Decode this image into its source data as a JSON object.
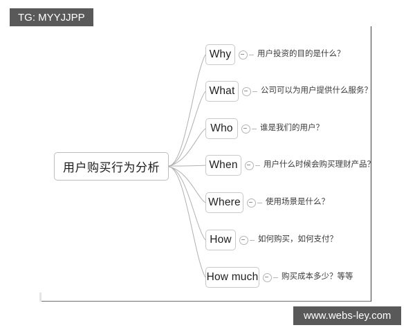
{
  "watermarks": {
    "top_left": "TG: MYYJJPP",
    "bottom_right": "www.webs-ley.com"
  },
  "mindmap": {
    "center": {
      "label": "用户购买行为分析"
    },
    "branches": [
      {
        "label": "Why",
        "note": "用户投资的目的是什么？",
        "toggle": "circle-minus-icon"
      },
      {
        "label": "What",
        "note": "公司可以为用户提供什么服务？",
        "toggle": "circle-minus-icon"
      },
      {
        "label": "Who",
        "note": "谁是我们的用户？",
        "toggle": "circle-minus-icon"
      },
      {
        "label": "When",
        "note": "用户什么时候会购买理财产品？",
        "toggle": "circle-minus-icon"
      },
      {
        "label": "Where",
        "note": "使用场景是什么？",
        "toggle": "circle-minus-icon"
      },
      {
        "label": "How",
        "note": "如何购买，如何支付？",
        "toggle": "circle-minus-icon"
      },
      {
        "label": "How much",
        "note": "购买成本多少？等等",
        "toggle": "circle-minus-icon"
      }
    ]
  },
  "colors": {
    "node_border": "#c8c8c8",
    "connector": "#b0b0b0",
    "text": "#1d1d1d",
    "note_text": "#3a3a3a",
    "watermark_bg": "#595959",
    "frame": "#6f6f6f"
  }
}
